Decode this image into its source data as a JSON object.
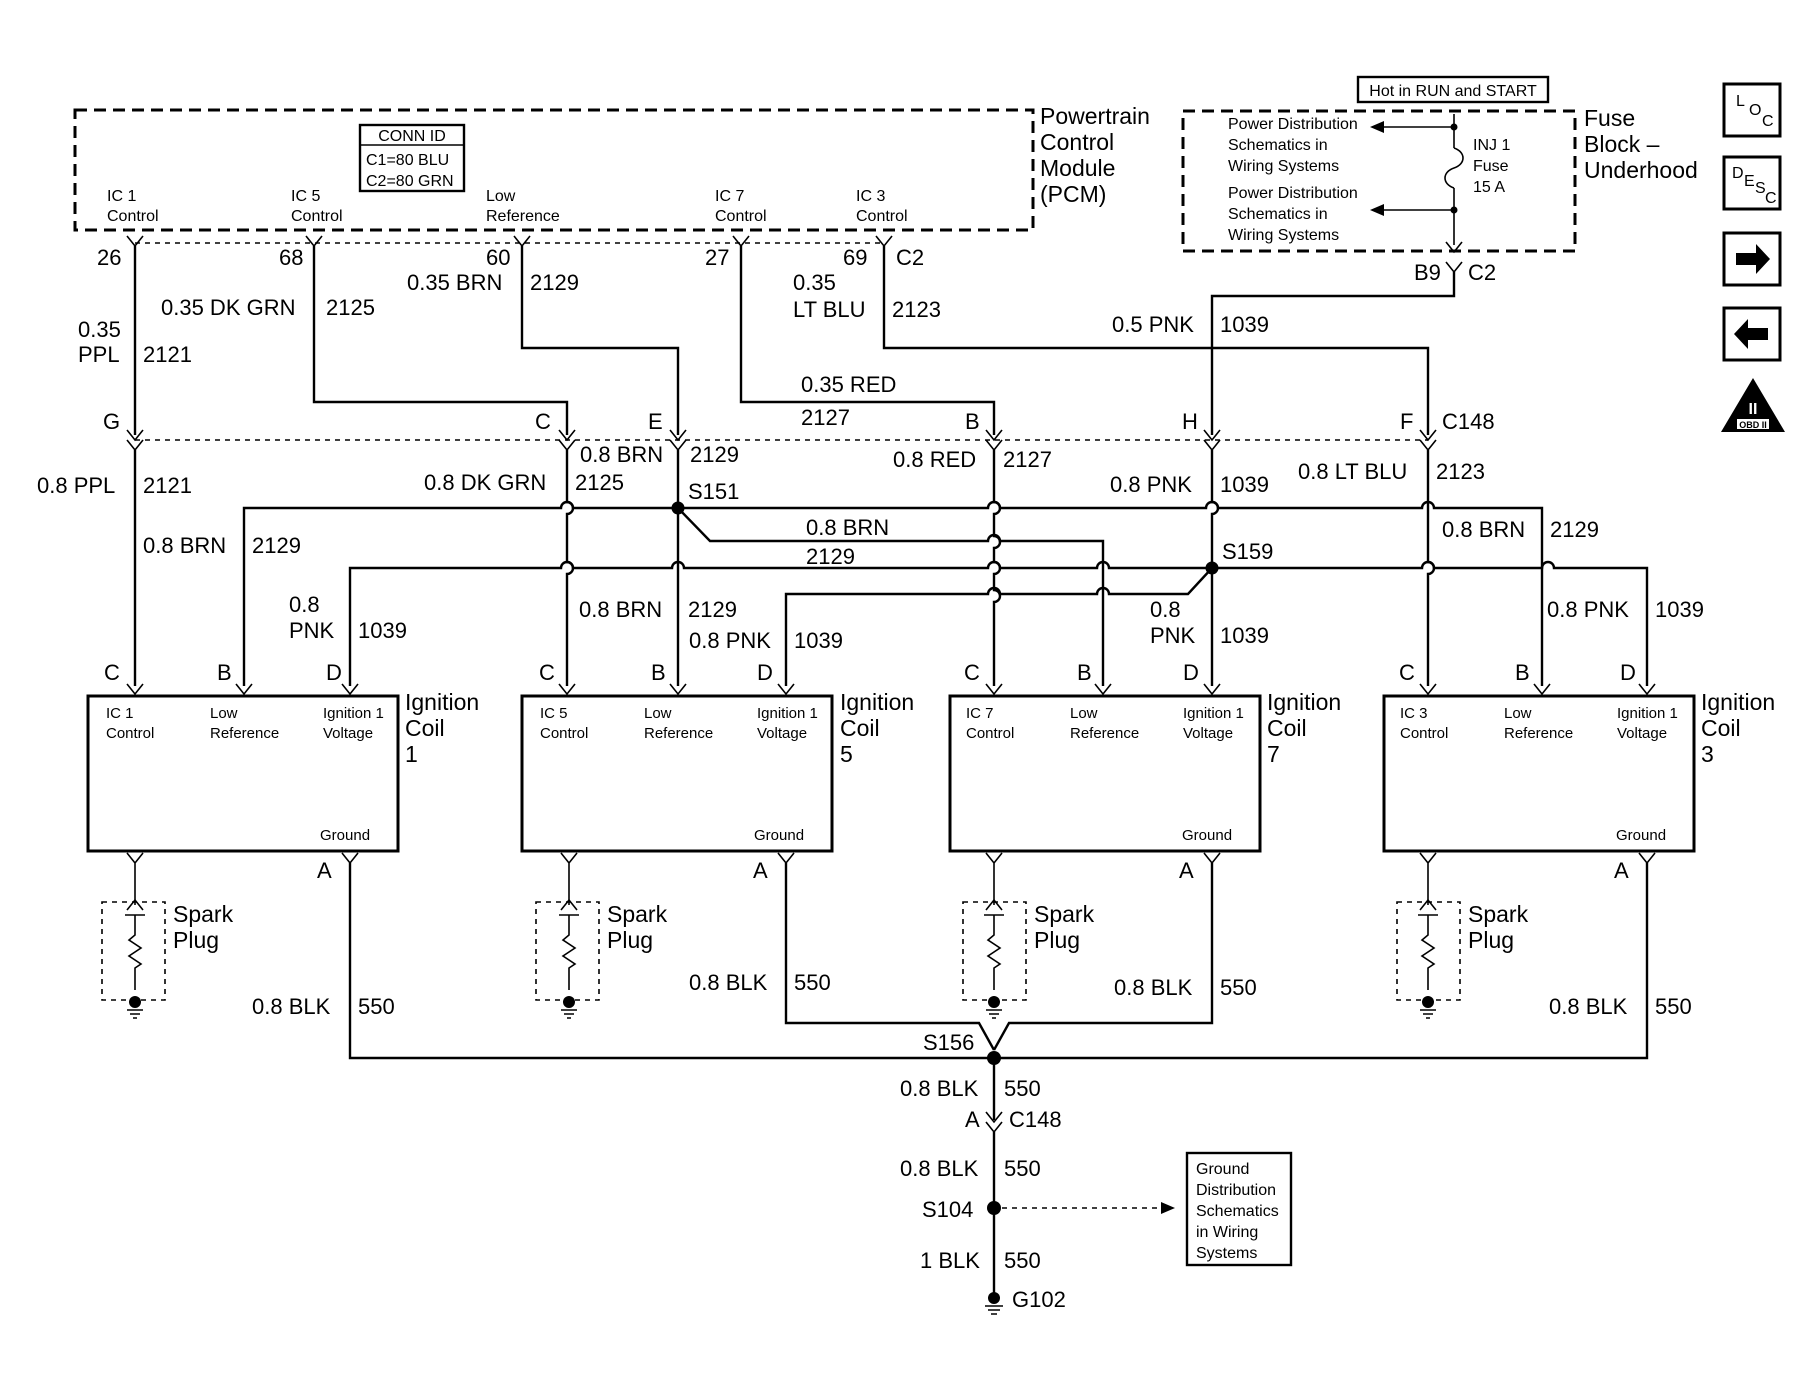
{
  "pcm": {
    "title": [
      "Powertrain",
      "Control",
      "Module",
      "(PCM)"
    ],
    "conn_id": {
      "title": "CONN ID",
      "lines": [
        "C1=80 BLU",
        "C2=80 GRN"
      ]
    },
    "pins": [
      {
        "l1": "IC 1",
        "l2": "Control",
        "num": "26"
      },
      {
        "l1": "IC 5",
        "l2": "Control",
        "num": "68"
      },
      {
        "l1": "Low",
        "l2": "Reference",
        "num": "60"
      },
      {
        "l1": "IC 7",
        "l2": "Control",
        "num": "27"
      },
      {
        "l1": "IC 3",
        "l2": "Control",
        "num": "69"
      }
    ],
    "connector": "C2"
  },
  "fuse_block": {
    "hot_label": "Hot in RUN and START",
    "title": [
      "Fuse",
      "Block –",
      "Underhood"
    ],
    "pd1": [
      "Power Distribution",
      "Schematics in",
      "Wiring Systems"
    ],
    "pd2": [
      "Power Distribution",
      "Schematics in",
      "Wiring Systems"
    ],
    "fuse": [
      "INJ 1",
      "Fuse",
      "15 A"
    ],
    "pin": "B9",
    "connector": "C2"
  },
  "wires_top": {
    "w2121": {
      "gauge": [
        "0.35",
        "PPL"
      ],
      "circuit": "2121"
    },
    "w2125": {
      "gauge": "0.35 DK GRN",
      "circuit": "2125"
    },
    "w2129": {
      "gauge": "0.35 BRN",
      "circuit": "2129"
    },
    "w2123": {
      "gauge": [
        "0.35",
        "LT BLU"
      ],
      "circuit": "2123"
    },
    "w1039": {
      "gauge": "0.5 PNK",
      "circuit": "1039"
    },
    "w2127": {
      "gauge": "0.35 RED",
      "circuit": "2127"
    }
  },
  "c148": {
    "name": "C148",
    "pins": [
      "G",
      "C",
      "E",
      "B",
      "H",
      "F"
    ]
  },
  "wires_mid": {
    "ppl": {
      "gauge": "0.8 PPL",
      "circuit": "2121"
    },
    "brn_e": {
      "gauge": "0.8 BRN",
      "circuit": "2129"
    },
    "dkgrn": {
      "gauge": "0.8 DK GRN",
      "circuit": "2125"
    },
    "red": {
      "gauge": "0.8 RED",
      "circuit": "2127"
    },
    "pnk": {
      "gauge": "0.8 PNK",
      "circuit": "1039"
    },
    "ltblu": {
      "gauge": "0.8 LT BLU",
      "circuit": "2123"
    },
    "s151": "S151",
    "s159": "S159",
    "brn_c1": {
      "gauge": "0.8 BRN",
      "circuit": "2129"
    },
    "brn_mid": {
      "gauge": "0.8 BRN",
      "circuit": "2129"
    },
    "brn_c3": {
      "gauge": "0.8 BRN",
      "circuit": "2129"
    },
    "pnk_c1": {
      "gauge": [
        "0.8",
        "PNK"
      ],
      "circuit": "1039"
    },
    "brn_c5": {
      "gauge": "0.8 BRN",
      "circuit": "2129"
    },
    "pnk_c5": {
      "gauge": "0.8 PNK",
      "circuit": "1039"
    },
    "pnk_c7": {
      "gauge": [
        "0.8",
        "PNK"
      ],
      "circuit": "1039"
    },
    "pnk_c3": {
      "gauge": "0.8 PNK",
      "circuit": "1039"
    }
  },
  "coils": [
    {
      "pins": [
        "C",
        "B",
        "D"
      ],
      "t1": [
        "IC 1",
        "Control"
      ],
      "t2": [
        "Low",
        "Reference"
      ],
      "t3": [
        "Ignition 1",
        "Voltage"
      ],
      "ground": "Ground",
      "name": [
        "Ignition",
        "Coil",
        "1"
      ],
      "gpin": "A",
      "plug": [
        "Spark",
        "Plug"
      ]
    },
    {
      "pins": [
        "C",
        "B",
        "D"
      ],
      "t1": [
        "IC 5",
        "Control"
      ],
      "t2": [
        "Low",
        "Reference"
      ],
      "t3": [
        "Ignition 1",
        "Voltage"
      ],
      "ground": "Ground",
      "name": [
        "Ignition",
        "Coil",
        "5"
      ],
      "gpin": "A",
      "plug": [
        "Spark",
        "Plug"
      ]
    },
    {
      "pins": [
        "C",
        "B",
        "D"
      ],
      "t1": [
        "IC 7",
        "Control"
      ],
      "t2": [
        "Low",
        "Reference"
      ],
      "t3": [
        "Ignition 1",
        "Voltage"
      ],
      "ground": "Ground",
      "name": [
        "Ignition",
        "Coil",
        "7"
      ],
      "gpin": "A",
      "plug": [
        "Spark",
        "Plug"
      ]
    },
    {
      "pins": [
        "C",
        "B",
        "D"
      ],
      "t1": [
        "IC 3",
        "Control"
      ],
      "t2": [
        "Low",
        "Reference"
      ],
      "t3": [
        "Ignition 1",
        "Voltage"
      ],
      "ground": "Ground",
      "name": [
        "Ignition",
        "Coil",
        "3"
      ],
      "gpin": "A",
      "plug": [
        "Spark",
        "Plug"
      ]
    }
  ],
  "ground_wires": [
    {
      "gauge": "0.8 BLK",
      "circuit": "550"
    },
    {
      "gauge": "0.8 BLK",
      "circuit": "550"
    },
    {
      "gauge": "0.8 BLK",
      "circuit": "550"
    },
    {
      "gauge": "0.8 BLK",
      "circuit": "550"
    }
  ],
  "ground_path": {
    "s156": "S156",
    "w1": {
      "gauge": "0.8 BLK",
      "circuit": "550"
    },
    "c148_pin": "A",
    "c148": "C148",
    "w2": {
      "gauge": "0.8 BLK",
      "circuit": "550"
    },
    "s104": "S104",
    "w3": {
      "gauge": "1 BLK",
      "circuit": "550"
    },
    "g102": "G102",
    "gd": [
      "Ground",
      "Distribution",
      "Schematics",
      "in Wiring",
      "Systems"
    ]
  },
  "nav": {
    "loc": [
      "L",
      "O",
      "C"
    ],
    "desc": [
      "D",
      "E",
      "S",
      "C"
    ],
    "obd": [
      "II",
      "OBD II"
    ],
    "icons": [
      "loc-icon",
      "desc-icon",
      "next-arrow-icon",
      "prev-arrow-icon",
      "obd-ii-icon"
    ]
  }
}
